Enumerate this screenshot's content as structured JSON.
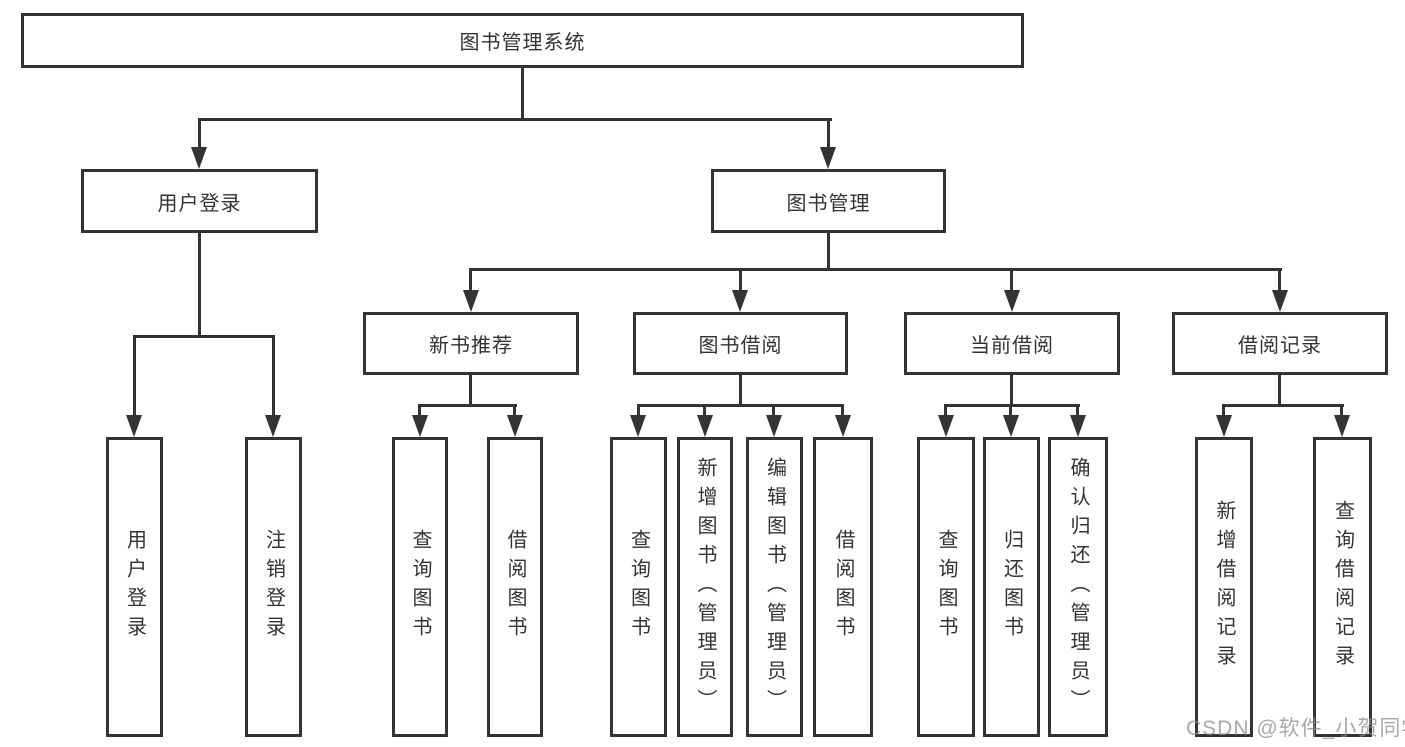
{
  "root": {
    "label": "图书管理系统"
  },
  "user": {
    "label": "用户登录",
    "children": [
      {
        "label": "用户登录"
      },
      {
        "label": "注销登录"
      }
    ]
  },
  "book": {
    "label": "图书管理",
    "groups": [
      {
        "label": "新书推荐",
        "children": [
          {
            "label": "查询图书"
          },
          {
            "label": "借阅图书"
          }
        ]
      },
      {
        "label": "图书借阅",
        "children": [
          {
            "label": "查询图书"
          },
          {
            "label": "新增图书（管理员）"
          },
          {
            "label": "编辑图书（管理员）"
          },
          {
            "label": "借阅图书"
          }
        ]
      },
      {
        "label": "当前借阅",
        "children": [
          {
            "label": "查询图书"
          },
          {
            "label": "归还图书"
          },
          {
            "label": "确认归还（管理员）"
          }
        ]
      },
      {
        "label": "借阅记录",
        "children": [
          {
            "label": "新增借阅记录"
          },
          {
            "label": "查询借阅记录"
          }
        ]
      }
    ]
  },
  "watermark": "CSDN @软件_小贺同学",
  "colors": {
    "line": "#333333",
    "text": "#333333",
    "bg": "#ffffff",
    "wm": "#8c8c8c"
  }
}
